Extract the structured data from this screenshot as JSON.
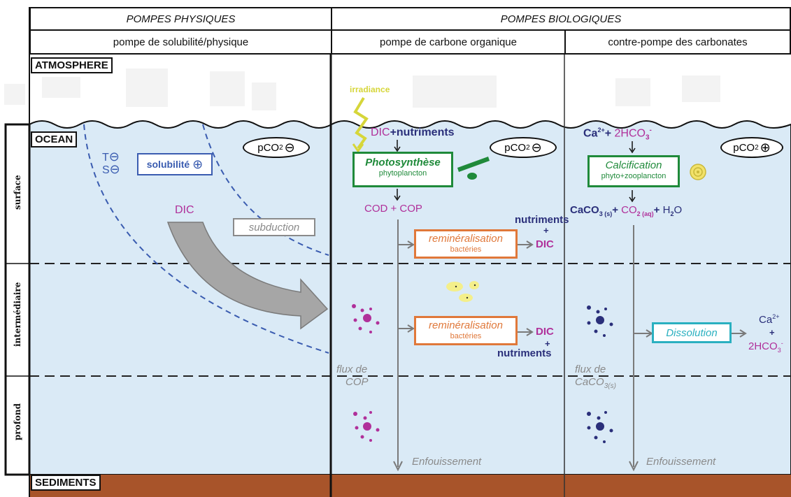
{
  "headers": {
    "physical_pumps": "POMPES PHYSIQUES",
    "biological_pumps": "POMPES BIOLOGIQUES",
    "solubility_pump": "pompe de solubilité/physique",
    "organic_pump": "pompe de carbone organique",
    "carbonate_pump": "contre-pompe des carbonates"
  },
  "zones": {
    "atmosphere": "ATMOSPHERE",
    "ocean": "OCEAN",
    "sediments": "SEDIMENTS"
  },
  "depths": {
    "surface": "surface",
    "intermediate": "intermédiaire",
    "deep": "profond"
  },
  "physical": {
    "t": "T",
    "s": "S",
    "minus": "⊖",
    "solubility": "solubilité",
    "plus": "⊕",
    "pco2": "pCO",
    "pco2_sub": "2",
    "pco2_sign": "⊖",
    "dic": "DIC",
    "subduction": "subduction"
  },
  "organic": {
    "irradiance": "irradiance",
    "dic_nutrients_a": "DIC",
    "dic_nutrients_b": "+nutriments",
    "pco2": "pCO",
    "pco2_sub": "2",
    "pco2_sign": "⊖",
    "photosynthesis": "Photosynthèse",
    "phytoplankton": "phytoplancton",
    "cod_cop": "COD + COP",
    "nutrients_top": "nutriments",
    "plus_top": "+",
    "dic_top": "DIC",
    "remin": "reminéralisation",
    "bacteria": "bactéries",
    "dic_mid": "DIC",
    "plus_mid": "+",
    "nutrients_mid": "nutriments",
    "flux_a": "flux de",
    "flux_b": "COP",
    "burial": "Enfouissement"
  },
  "carbonate": {
    "ca": "Ca",
    "ca_sup": "2+",
    "plus": "+",
    "hco3": " 2HCO",
    "hco3_sub": "3",
    "hco3_sup": "-",
    "pco2": "pCO",
    "pco2_sub": "2",
    "pco2_sign": "⊕",
    "calcification": "Calcification",
    "plankton": "phyto+zooplancton",
    "caco3": "CaCO",
    "caco3_sub": "3 (s)",
    "co2": "CO",
    "co2_sub": "2 (aq)",
    "h2o": "H",
    "h2o_sub": "2",
    "h2o_o": "O",
    "plus_sign": "+",
    "dissolution": "Dissolution",
    "ca_out": "Ca",
    "ca_out_sup": "2+",
    "plus_out": "+",
    "hco3_out": "2HCO",
    "hco3_out_sub": "3",
    "hco3_out_sup": "-",
    "flux_a": "flux de",
    "flux_b": "CaCO",
    "flux_b_sub": "3(s)",
    "burial": "Enfouissement"
  },
  "colors": {
    "sea": "#daeaf6",
    "sediment": "#a8542a",
    "navy": "#2a2f7a",
    "magenta": "#b0309a",
    "green": "#1f8a3a",
    "orange": "#e0783a",
    "cyan": "#2ab0c0",
    "grey": "#8a8a8a",
    "blue": "#3a5cb0"
  }
}
